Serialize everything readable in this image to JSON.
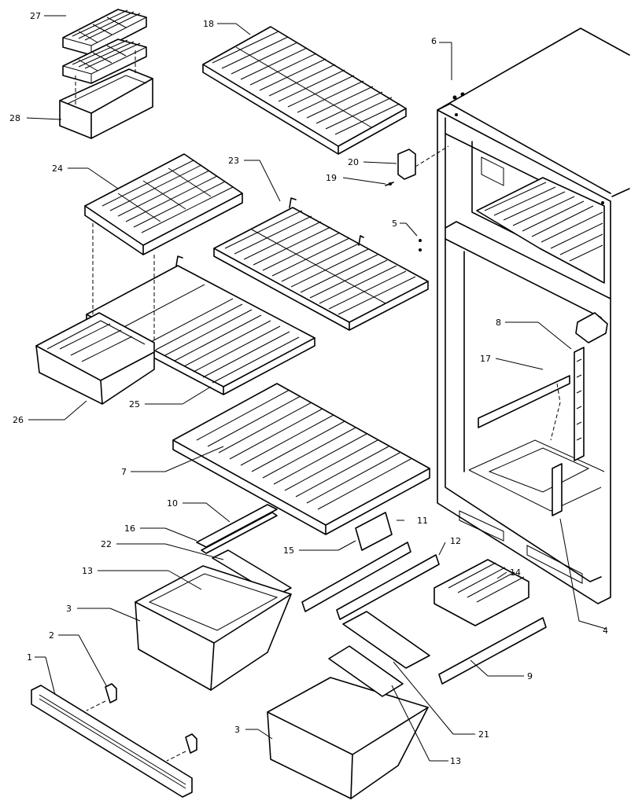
{
  "callouts": [
    {
      "id": "c27",
      "text": "27"
    },
    {
      "id": "c28",
      "text": "28"
    },
    {
      "id": "c18",
      "text": "18"
    },
    {
      "id": "c6",
      "text": "6"
    },
    {
      "id": "c20",
      "text": "20"
    },
    {
      "id": "c19",
      "text": "19"
    },
    {
      "id": "c24",
      "text": "24"
    },
    {
      "id": "c23",
      "text": "23"
    },
    {
      "id": "c5",
      "text": "5"
    },
    {
      "id": "c8",
      "text": "8"
    },
    {
      "id": "c17",
      "text": "17"
    },
    {
      "id": "c26",
      "text": "26"
    },
    {
      "id": "c25",
      "text": "25"
    },
    {
      "id": "c7",
      "text": "7"
    },
    {
      "id": "c10",
      "text": "10"
    },
    {
      "id": "c16",
      "text": "16"
    },
    {
      "id": "c11",
      "text": "11"
    },
    {
      "id": "c22",
      "text": "22"
    },
    {
      "id": "c15",
      "text": "15"
    },
    {
      "id": "c12",
      "text": "12"
    },
    {
      "id": "c13a",
      "text": "13"
    },
    {
      "id": "c14",
      "text": "14"
    },
    {
      "id": "c3a",
      "text": "3"
    },
    {
      "id": "c4",
      "text": "4"
    },
    {
      "id": "c2",
      "text": "2"
    },
    {
      "id": "c1",
      "text": "1"
    },
    {
      "id": "c9",
      "text": "9"
    },
    {
      "id": "c21",
      "text": "21"
    },
    {
      "id": "c3b",
      "text": "3"
    },
    {
      "id": "c13b",
      "text": "13"
    }
  ]
}
